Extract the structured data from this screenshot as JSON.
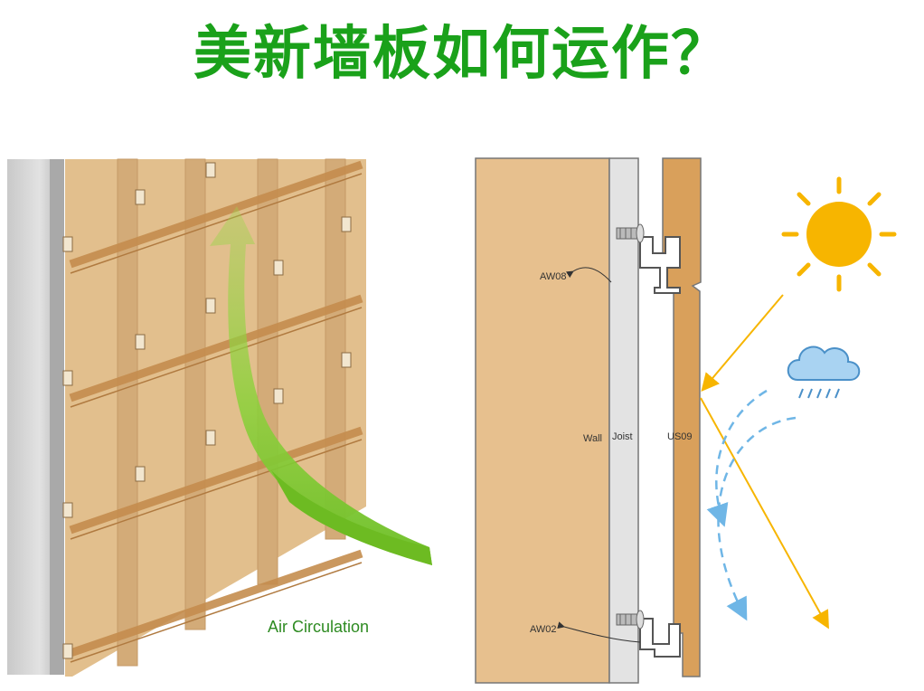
{
  "title": "美新墙板如何运作？",
  "left_diagram": {
    "air_label": "Air Circulation"
  },
  "right_diagram": {
    "label_aw08": "AW08",
    "label_aw02": "AW02",
    "label_wall": "Wall",
    "label_joist": "Joist",
    "label_us09": "US09"
  },
  "colors": {
    "title": "#1aa11a",
    "air_arrow": "#7cc733",
    "wall_wood": "#e7c08e",
    "board": "#d9a05b",
    "sun": "#f7b500",
    "rain": "#6fb6e6"
  }
}
